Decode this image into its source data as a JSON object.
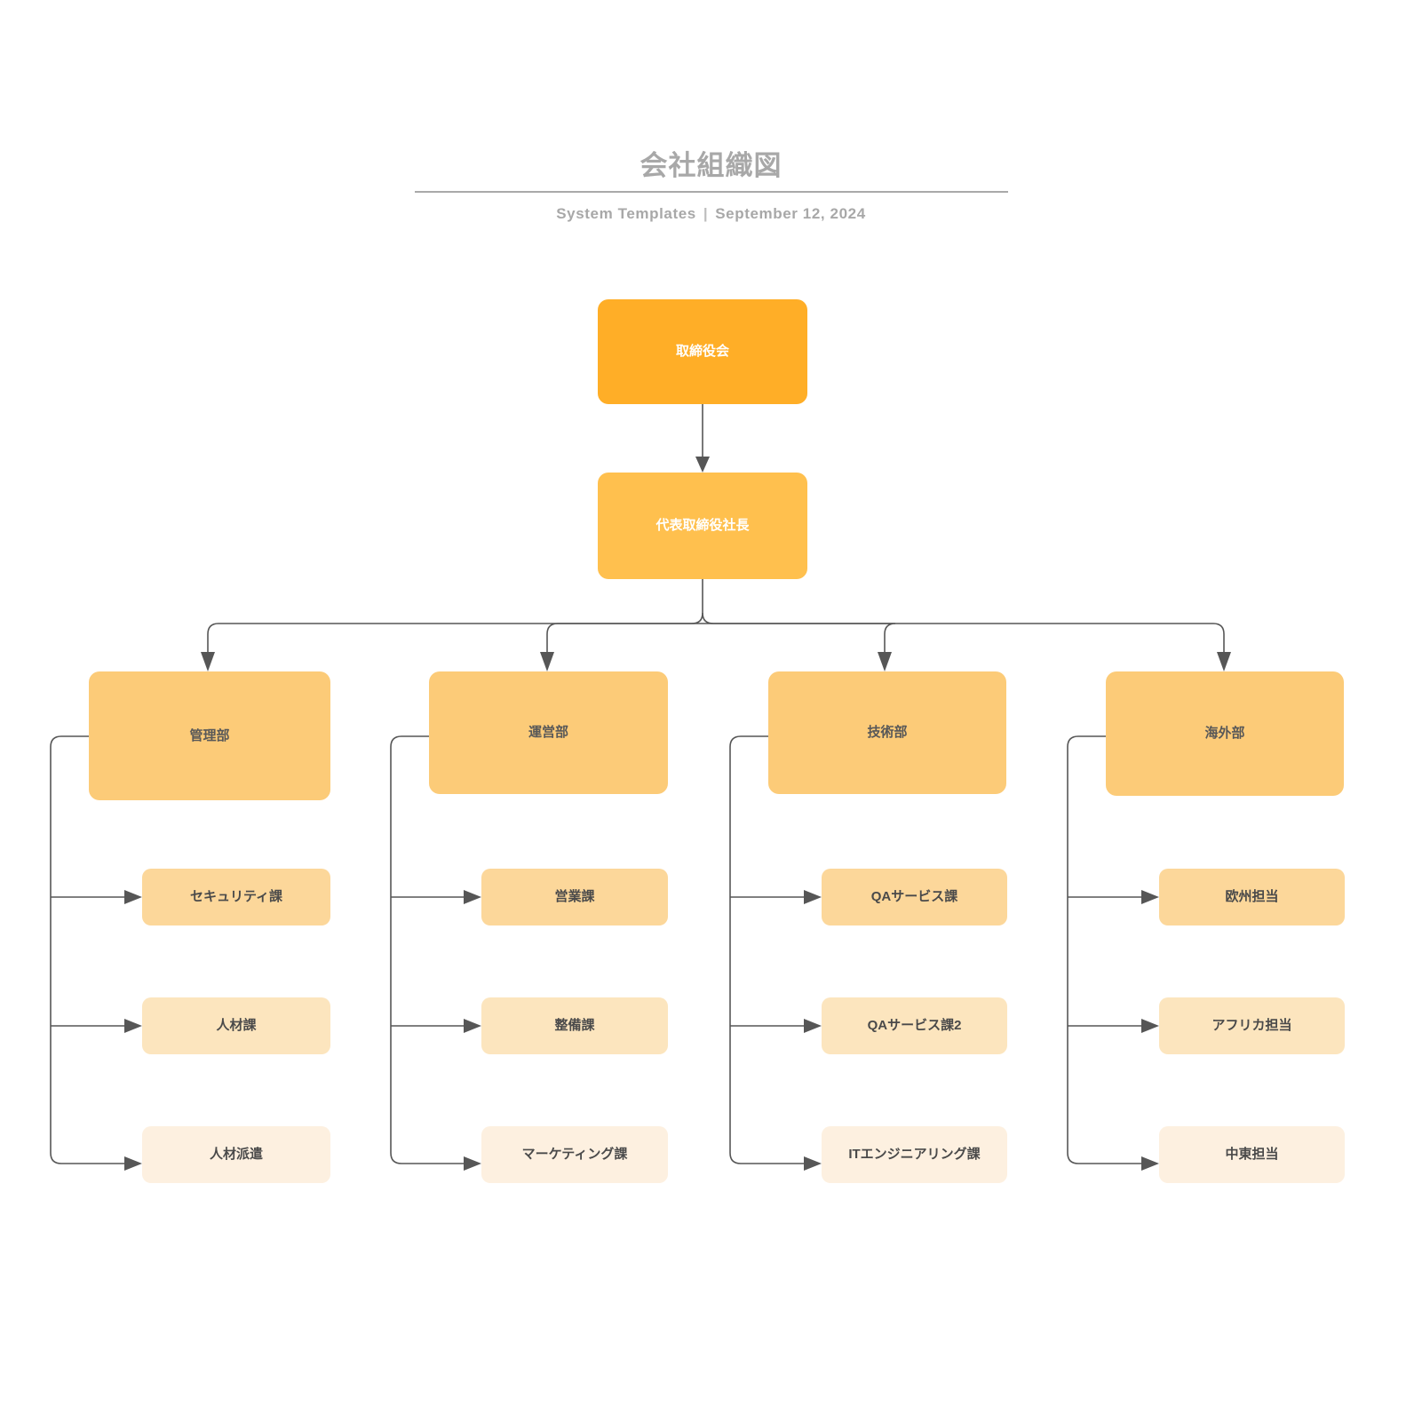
{
  "header": {
    "title": "会社組織図",
    "author": "System Templates",
    "separator": "|",
    "date": "September 12, 2024"
  },
  "palette": {
    "board": "#FFAE27",
    "ceo": "#FFC04E",
    "department": "#FCCB78",
    "sub_row_1": "#FCD79A",
    "sub_row_2": "#FCE5BE",
    "sub_row_3": "#FDF0E0",
    "connector": "#565656",
    "header_text": "#A8A8A8"
  },
  "org": {
    "board": {
      "label": "取締役会"
    },
    "ceo": {
      "label": "代表取締役社長"
    },
    "departments": [
      {
        "label": "管理部",
        "children": [
          {
            "label": "セキュリティ課"
          },
          {
            "label": "人材課"
          },
          {
            "label": "人材派遣"
          }
        ]
      },
      {
        "label": "運営部",
        "children": [
          {
            "label": "営業課"
          },
          {
            "label": "整備課"
          },
          {
            "label": "マーケティング課"
          }
        ]
      },
      {
        "label": "技術部",
        "children": [
          {
            "label": "QAサービス課"
          },
          {
            "label": "QAサービス課2"
          },
          {
            "label": "ITエンジニアリング課"
          }
        ]
      },
      {
        "label": "海外部",
        "children": [
          {
            "label": "欧州担当"
          },
          {
            "label": "アフリカ担当"
          },
          {
            "label": "中東担当"
          }
        ]
      }
    ]
  }
}
